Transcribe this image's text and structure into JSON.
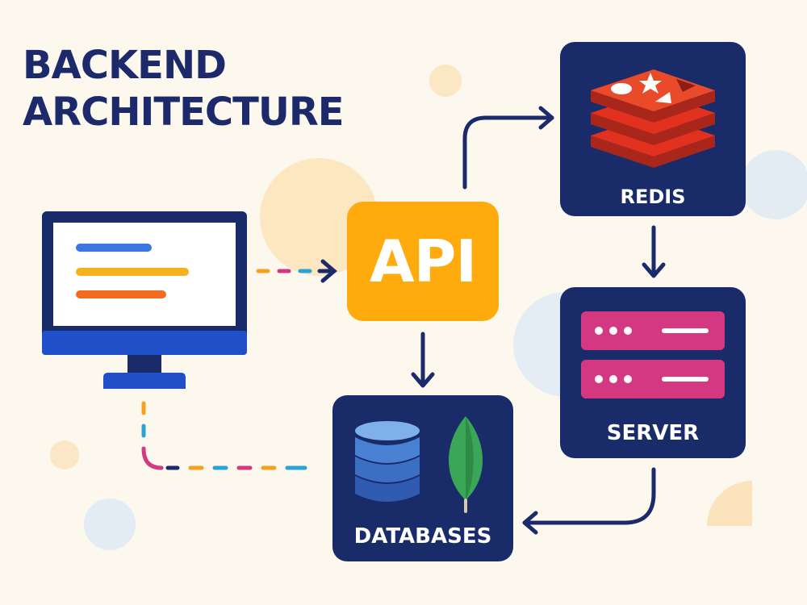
{
  "title": {
    "line1": "BACKEND",
    "line2": "ARCHITECTURE"
  },
  "nodes": {
    "api": {
      "label": "API"
    },
    "redis": {
      "label": "REDIS"
    },
    "server": {
      "label": "SERVER"
    },
    "databases": {
      "label": "DATABASES"
    }
  },
  "colors": {
    "background": "#fcf8ee",
    "navy": "#1a2b69",
    "api_orange": "#ffab0d",
    "redis_red": "#e3311f",
    "server_pink": "#d33880",
    "db_blue": "#3b6fc4",
    "mongo_green": "#3aa657",
    "monitor_blue": "#1f4fc9",
    "arrow": "#1c2a6b"
  },
  "icons": {
    "client": "monitor-icon",
    "cache": "redis-stack-icon",
    "server": "server-rack-icon",
    "sql": "database-cylinder-icon",
    "nosql": "mongodb-leaf-icon"
  }
}
